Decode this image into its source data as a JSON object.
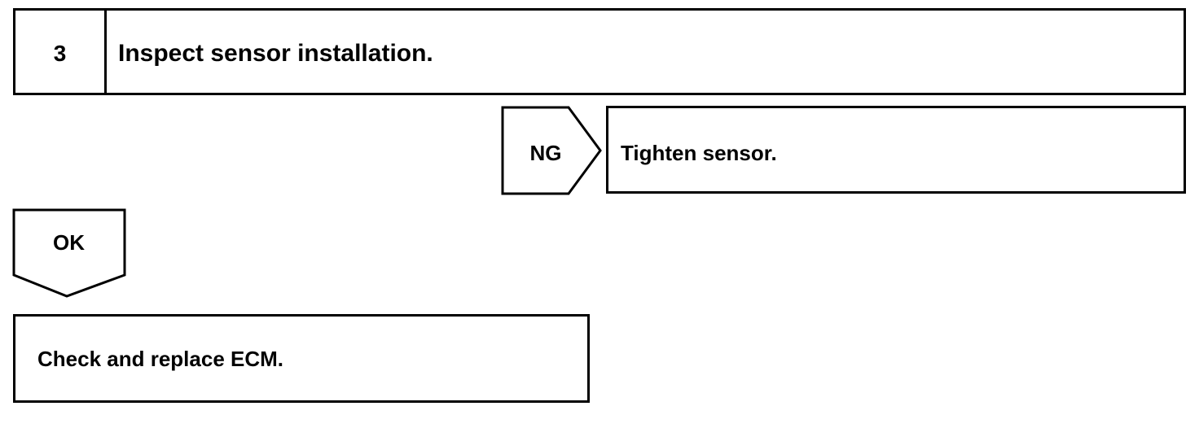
{
  "step": {
    "number": "3",
    "title": "Inspect sensor installation."
  },
  "ng_branch": {
    "label": "NG",
    "action": "Tighten sensor."
  },
  "ok_branch": {
    "label": "OK",
    "action": "Check and replace ECM."
  },
  "colors": {
    "line": "#000000",
    "background": "#ffffff"
  }
}
